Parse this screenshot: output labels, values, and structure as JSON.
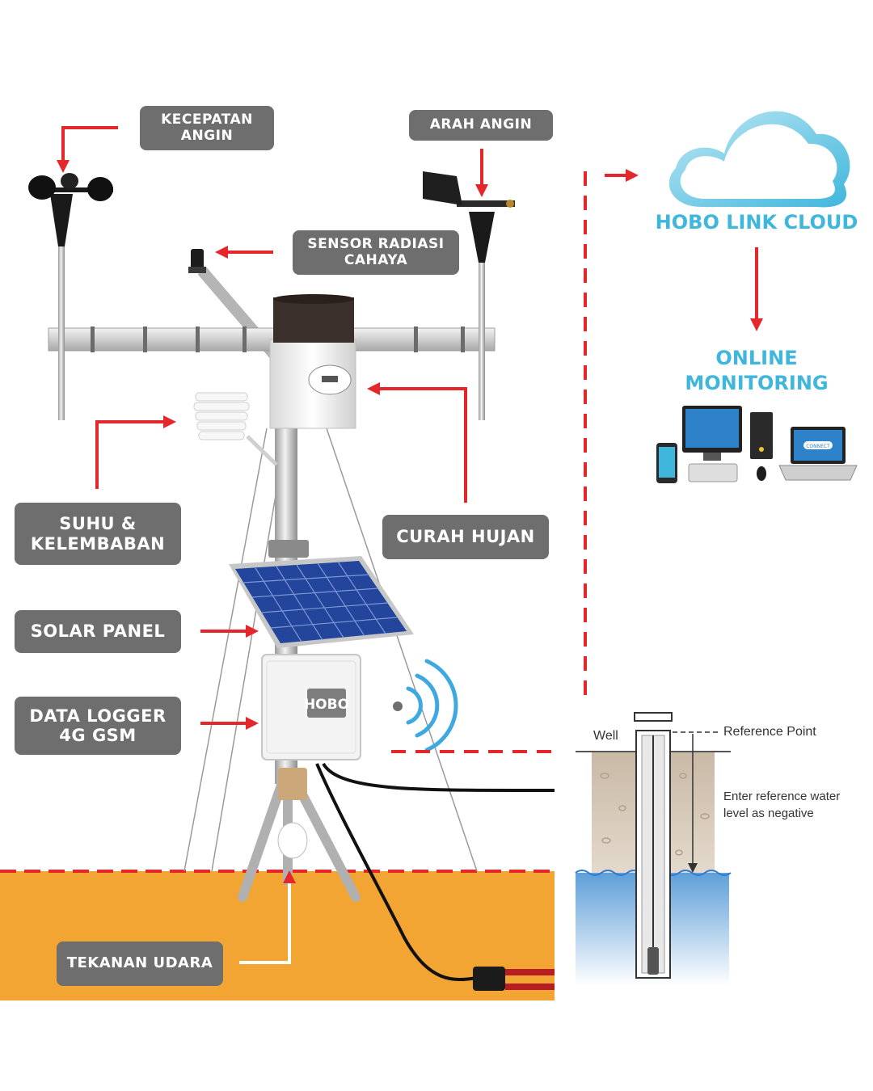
{
  "labels": {
    "wind_speed": [
      "KECEPATAN",
      "ANGIN"
    ],
    "wind_direction": [
      "ARAH ANGIN"
    ],
    "solar_radiation": [
      "SENSOR RADIASI",
      "CAHAYA"
    ],
    "temp_humidity": [
      "SUHU &",
      "KELEMBABAN"
    ],
    "rainfall": [
      "CURAH HUJAN"
    ],
    "solar_panel": [
      "SOLAR PANEL"
    ],
    "data_logger": [
      "DATA LOGGER",
      "4G GSM"
    ],
    "air_pressure": [
      "TEKANAN UDARA"
    ]
  },
  "cloud": {
    "title": "HOBO LINK CLOUD"
  },
  "monitoring": {
    "title": [
      "ONLINE",
      "MONITORING"
    ]
  },
  "device": {
    "logger_brand": "HOBO",
    "monitor_badge": "CONNECT"
  },
  "well": {
    "well_label": "Well",
    "reference_point": "Reference Point",
    "note": [
      "Enter reference water",
      "level as negative"
    ]
  },
  "colors": {
    "accent_red": "#e5262b",
    "label_gray": "#6e6e6e",
    "ground_orange": "#f2a533",
    "cloud_blue": "#3fb6dc",
    "soil": "#d9cdbf",
    "water": "#6fa9da"
  }
}
